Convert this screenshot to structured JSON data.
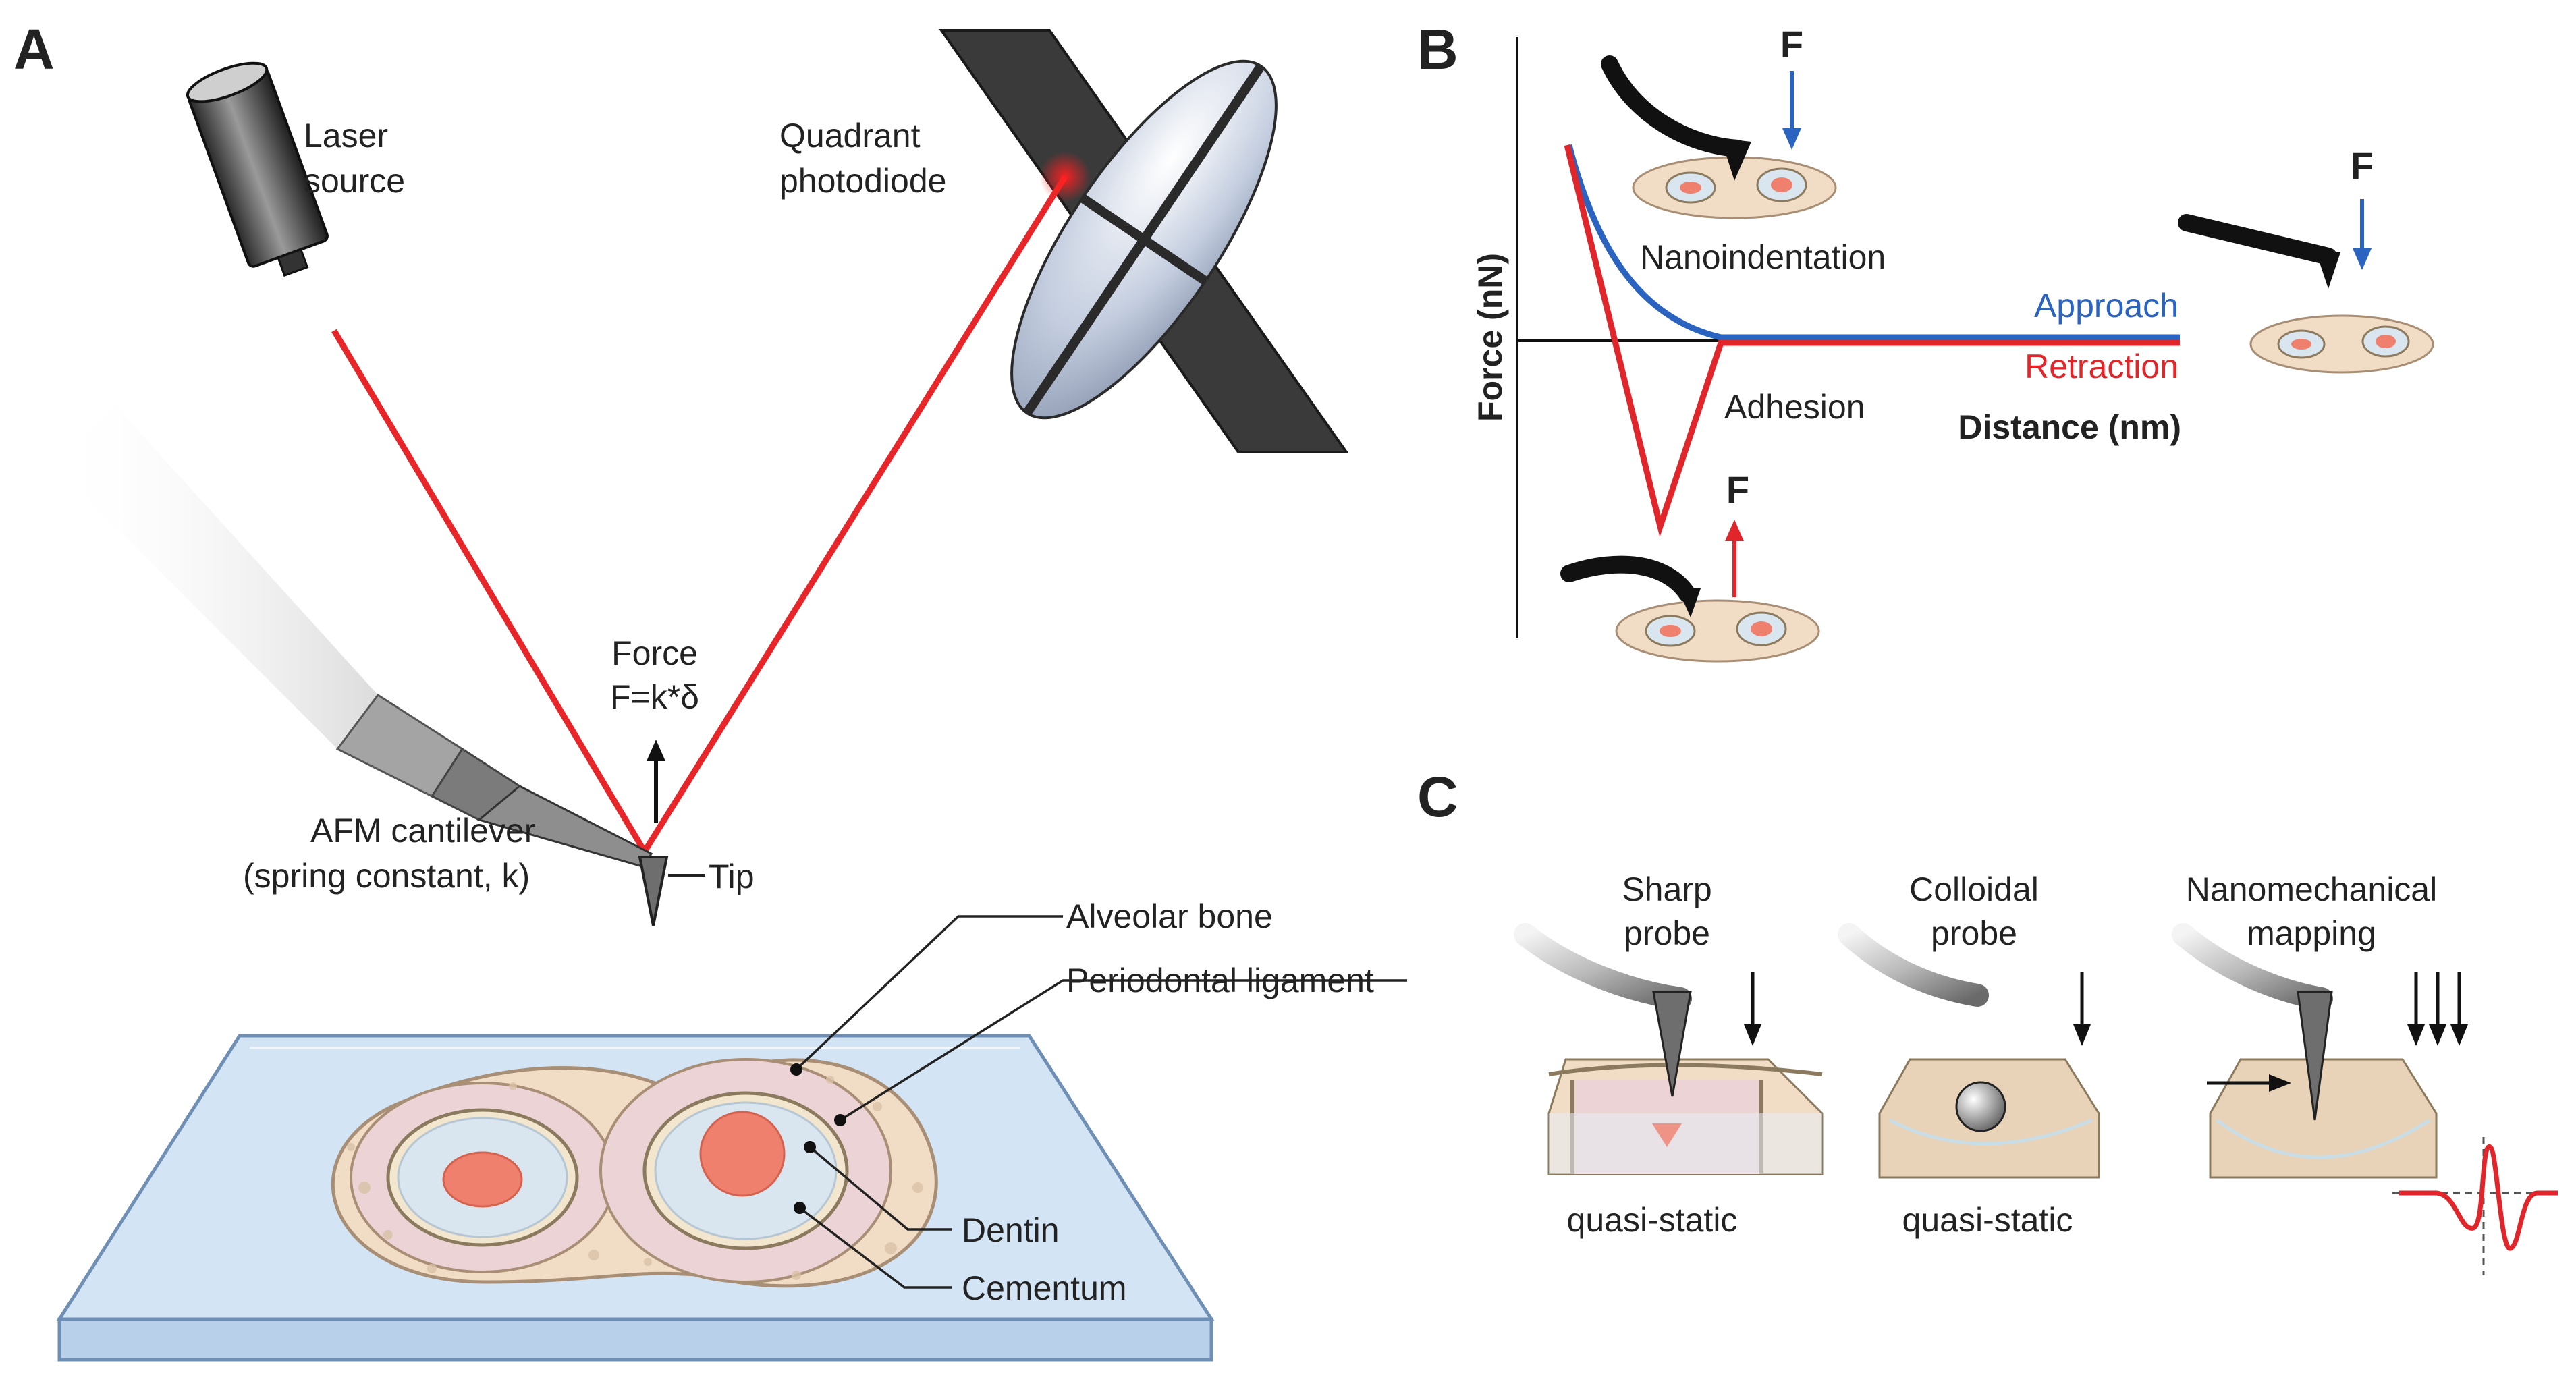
{
  "colors": {
    "laser": "#e8262a",
    "approach": "#2a63c0",
    "retraction": "#e0262a",
    "tissue_bone": "#f1dcc6",
    "ligament": "#ecd3d6",
    "pulp": "#f0806e",
    "glass": "#cfe1f3"
  },
  "panels": {
    "a": "A",
    "b": "B",
    "c": "C"
  },
  "panel_a": {
    "laser_source": [
      "Laser",
      "source"
    ],
    "photodiode": [
      "Quadrant",
      "photodiode"
    ],
    "force": [
      "Force",
      "F=k*δ"
    ],
    "cantilever": [
      "AFM cantilever",
      "(spring constant, k)"
    ],
    "tip": "Tip",
    "tissue_labels": {
      "alveolar_bone": "Alveolar bone",
      "periodontal_ligament": "Periodontal ligament",
      "dentin": "Dentin",
      "cementum": "Cementum"
    }
  },
  "panel_b": {
    "ylabel": "Force (nN)",
    "xlabel": "Distance (nm)",
    "approach": "Approach",
    "retraction": "Retraction",
    "nanoindentation": "Nanoindentation",
    "adhesion": "Adhesion",
    "force_symbol": "F"
  },
  "panel_c": {
    "sharp": [
      "Sharp",
      "probe"
    ],
    "colloidal": [
      "Colloidal",
      "probe"
    ],
    "mapping": [
      "Nanomechanical",
      "mapping"
    ],
    "mode_sharp": "quasi-static",
    "mode_colloidal": "quasi-static"
  }
}
